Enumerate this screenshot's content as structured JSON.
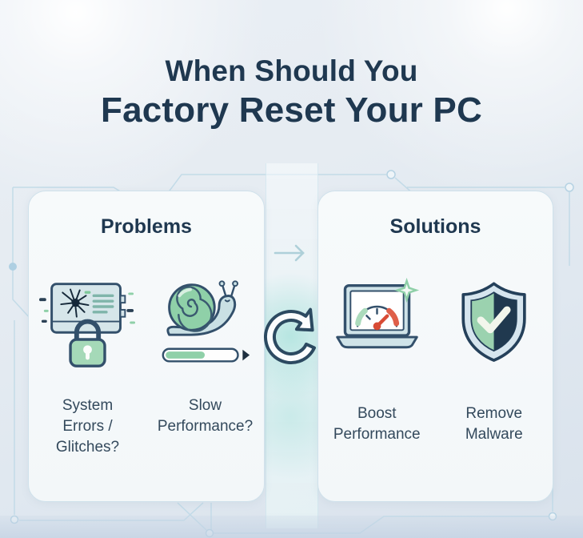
{
  "title": {
    "line1": "When Should You",
    "line2": "Factory Reset Your PC"
  },
  "panels": {
    "problems": {
      "heading": "Problems",
      "items": [
        {
          "icon": "cracked-screen-lock-icon",
          "label": "System Errors / Glitches?"
        },
        {
          "icon": "snail-progress-icon",
          "label": "Slow Performance?"
        }
      ]
    },
    "solutions": {
      "heading": "Solutions",
      "items": [
        {
          "icon": "speedometer-laptop-icon",
          "label": "Boost Performance"
        },
        {
          "icon": "shield-check-icon",
          "label": "Remove Malware"
        }
      ]
    }
  },
  "middle": {
    "flow_arrow_icon": "right-arrow-icon",
    "reset_icon": "factory-reset-refresh-icon"
  },
  "colors": {
    "title_text": "#1f3850",
    "label_text": "#33495c",
    "panel_bg": "#f5f8fa",
    "panel_border": "#cfe1eb",
    "accent_green": "#8fd0a8",
    "accent_red": "#df5f49",
    "accent_navy": "#20394f",
    "circuit_line": "#c3dbe8",
    "glow_teal": "#8ddbd0"
  }
}
